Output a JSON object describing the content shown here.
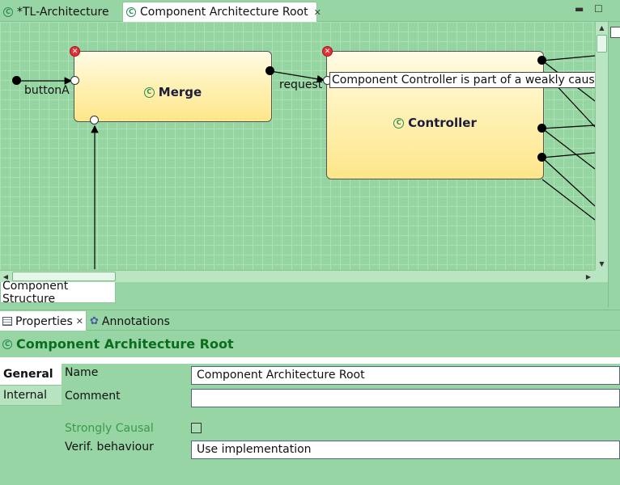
{
  "editor_tabs": [
    {
      "label": "*TL-Architecture",
      "active": false
    },
    {
      "label": "Component Architecture Root",
      "active": true,
      "closable": true
    }
  ],
  "diagram": {
    "nodes": [
      {
        "name": "Merge",
        "has_error": true
      },
      {
        "name": "Controller",
        "has_error": true
      }
    ],
    "labels": {
      "input_port": "buttonA",
      "connection": "request"
    },
    "tooltip": "Component Controller is part of a weakly causal cycle"
  },
  "bottom_tab": "Component Structure",
  "properties": {
    "tabs": [
      {
        "label": "Properties",
        "active": true,
        "closable": true
      },
      {
        "label": "Annotations",
        "active": false
      }
    ],
    "title": "Component Architecture Root",
    "side_tabs": [
      "General",
      "Internal"
    ],
    "fields": {
      "name_label": "Name",
      "name_value": "Component Architecture Root",
      "comment_label": "Comment",
      "comment_value": "",
      "strongly_causal_label": "Strongly Causal",
      "strongly_causal_checked": false,
      "verif_label": "Verif. behaviour",
      "verif_value": "Use implementation"
    }
  },
  "colors": {
    "accent_green": "#0a6e1e",
    "canvas_bg": "#95d5a1",
    "node_fill": "#fde68a",
    "error_red": "#e0303a"
  }
}
